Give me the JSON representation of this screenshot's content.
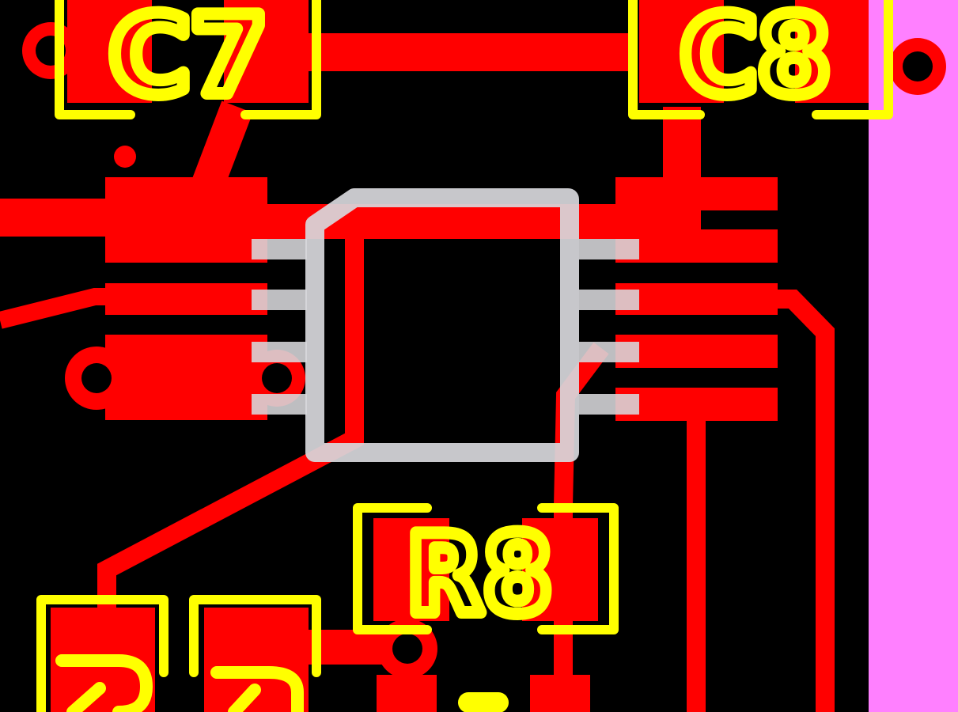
{
  "colors": {
    "background": "#000000",
    "copper": "#ff0000",
    "silkscreen": "#ffff00",
    "courtyard_highlight": "#d8d8dc",
    "board_edge": "#ff80ff",
    "drill": "#000000"
  },
  "designators": {
    "c7": "C7",
    "c8": "C8",
    "r8": "R8"
  }
}
